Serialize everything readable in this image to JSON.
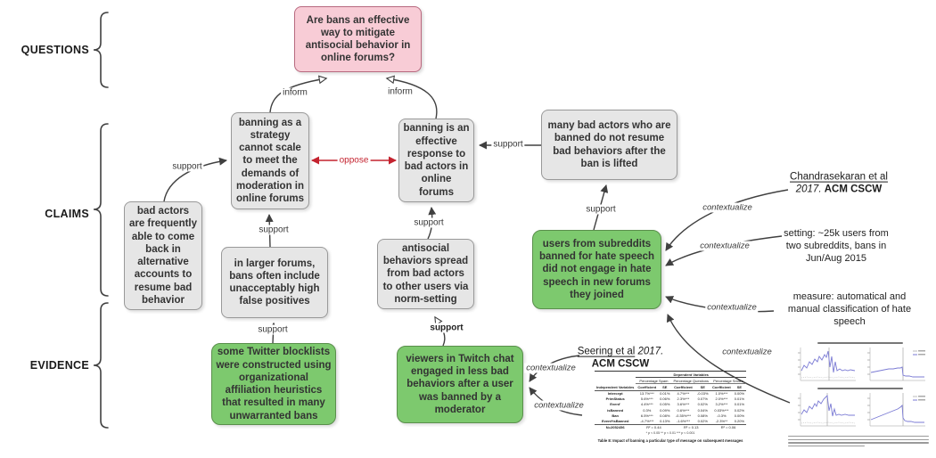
{
  "sections": {
    "questions": "QUESTIONS",
    "claims": "CLAIMS",
    "evidence": "EVIDENCE"
  },
  "question": {
    "text": "Are bans an effective way to mitigate antisocial behavior in online forums?"
  },
  "claims": {
    "scale": "banning as a strategy cannot scale to meet the demands of moderation in online forums",
    "effective": "banning is an effective response to bad actors in online forums",
    "no_resume": "many bad actors who are banned do not resume bad behaviors after the ban is lifted",
    "comeback": "bad actors are frequently able to come back in alternative accounts to resume bad behavior",
    "false_positives": "in larger forums, bans often include unacceptably high false positives",
    "norm_setting": "antisocial behaviors spread from bad actors to other users via norm-setting"
  },
  "evidence": {
    "subreddits": "users from subreddits banned for hate speech did not engage in hate speech in new forums they joined",
    "blocklists": "some Twitter blocklists were constructed using organizational affiliation heuristics that resulted in many unwarranted bans",
    "twitch": "viewers in Twitch chat engaged in less bad behaviors after a user was banned by a moderator"
  },
  "edge_labels": {
    "inform": "inform",
    "support": "support",
    "oppose": "oppose",
    "contextualize": "contextualize"
  },
  "citations": {
    "chandrasekaran": {
      "name": "Chandrasekaran et al",
      "year": "2017.",
      "venue": "ACM CSCW"
    },
    "seering": {
      "name": "Seering et al",
      "year": "2017.",
      "venue": "ACM CSCW"
    }
  },
  "annotations": {
    "setting": "setting: ~25k users from two subreddits, bans in Jun/Aug 2015",
    "measure": "measure: automatical and manual classification of hate speech"
  },
  "figures": {
    "table": {
      "group_header": "Dependent Variables",
      "col_groups": [
        "Percentage Spam",
        "Percentage Questions",
        "Percentage Smiles"
      ],
      "row_header": "Independent Variables",
      "sub_cols": [
        "Coefficient",
        "SE"
      ],
      "rows": [
        [
          "Intercept",
          "13.7%***",
          "0.01%",
          "4.7%***",
          "-0.03%",
          "1.0%***",
          "0.00%"
        ],
        [
          "PrimStatus",
          "5.6%***",
          "0.06%",
          "2.3%***",
          "0.07%",
          "2.0%***",
          "0.01%"
        ],
        [
          "Event'",
          "4.4%***",
          "0.05%",
          "3.6%***",
          "0.02%",
          "3.2%***",
          "0.01%"
        ],
        [
          "isBanned",
          "0.3%",
          "0.09%",
          "0.6%***",
          "0.04%",
          "0.03%***",
          "0.02%"
        ],
        [
          "Ban",
          "6.5%***",
          "0.08%",
          "-0.35%***",
          "0.08%",
          "-0.3%",
          "0.00%"
        ],
        [
          "Event*isBanned",
          "-4.7%***",
          "0.13%",
          "-1.6%***",
          "0.02%",
          "-2.3%**",
          "0.20%"
        ]
      ],
      "footer": [
        "N=2052456",
        "R² = 0.44",
        "R² = 0.13",
        "R² = 0.06"
      ],
      "note": "* p < 0.05 ** p < 0.01 *** p < 0.001",
      "caption": "Table 8: Impact of banning a particular type of message on subsequent messages"
    },
    "charts": {
      "type": "line",
      "panels": 4,
      "event_marker": true,
      "series_colors": [
        "#7b7bd4",
        "#bbbbbb"
      ]
    }
  },
  "colors": {
    "question_fill": "#f8ccd6",
    "claim_fill": "#e6e6e6",
    "evidence_fill": "#7dc96e",
    "oppose_red": "#c4232f",
    "arrow": "#404040",
    "figure_line": "#7b7bd4"
  }
}
